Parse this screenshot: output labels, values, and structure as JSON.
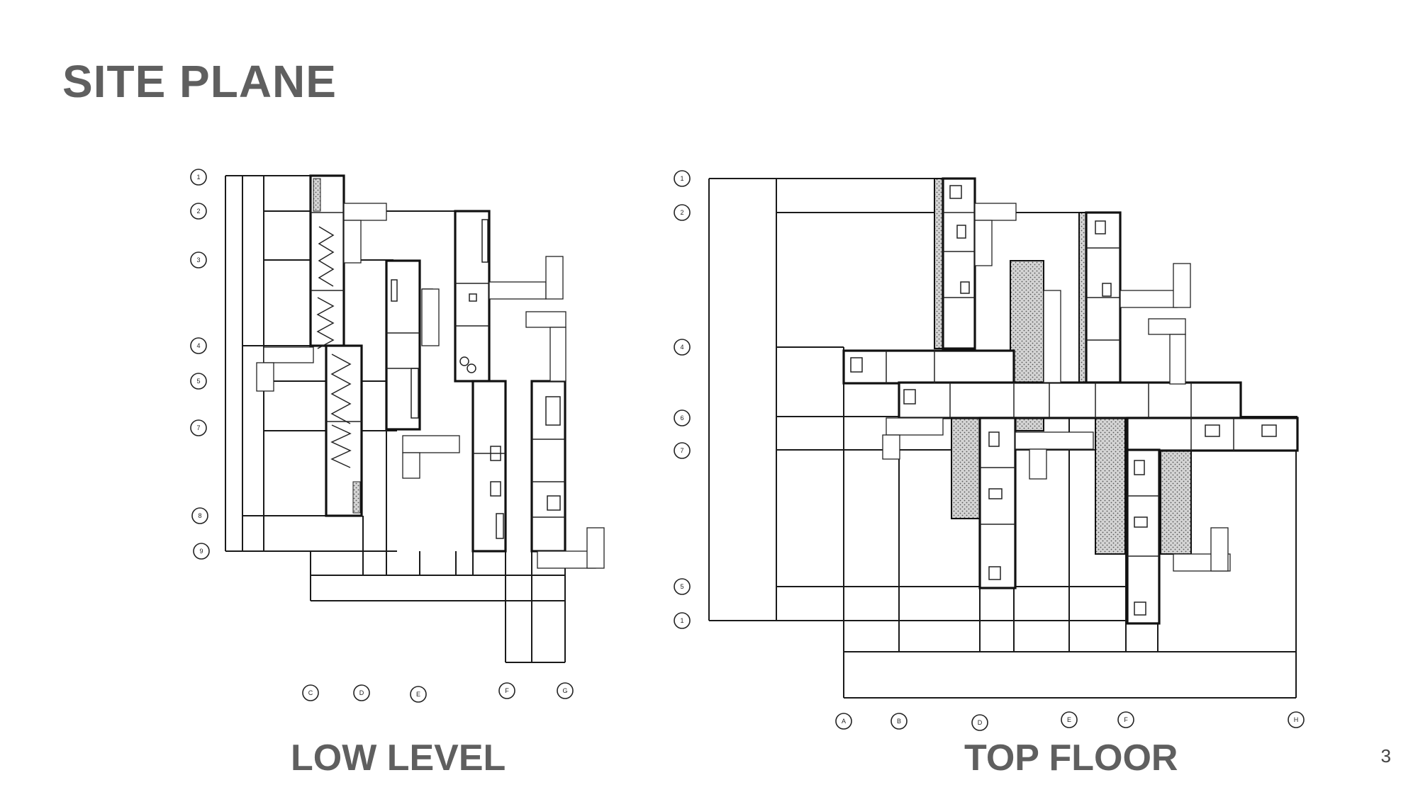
{
  "slide": {
    "title": "SITE PLANE",
    "page_number": "3"
  },
  "plans": {
    "low": {
      "label": "LOW LEVEL",
      "row_markers": [
        "1",
        "2",
        "3",
        "4",
        "5",
        "7",
        "8",
        "9"
      ],
      "col_markers": [
        "C",
        "D",
        "E",
        "F",
        "G"
      ]
    },
    "top": {
      "label": "TOP FLOOR",
      "row_markers": [
        "1",
        "2",
        "4",
        "6",
        "7",
        "5",
        "1"
      ],
      "col_markers": [
        "A",
        "B",
        "D",
        "E",
        "F",
        "H"
      ]
    }
  },
  "colors": {
    "title": "#5f5f5f",
    "linework": "#111111",
    "hatch_fill": "#cfcfcf"
  }
}
